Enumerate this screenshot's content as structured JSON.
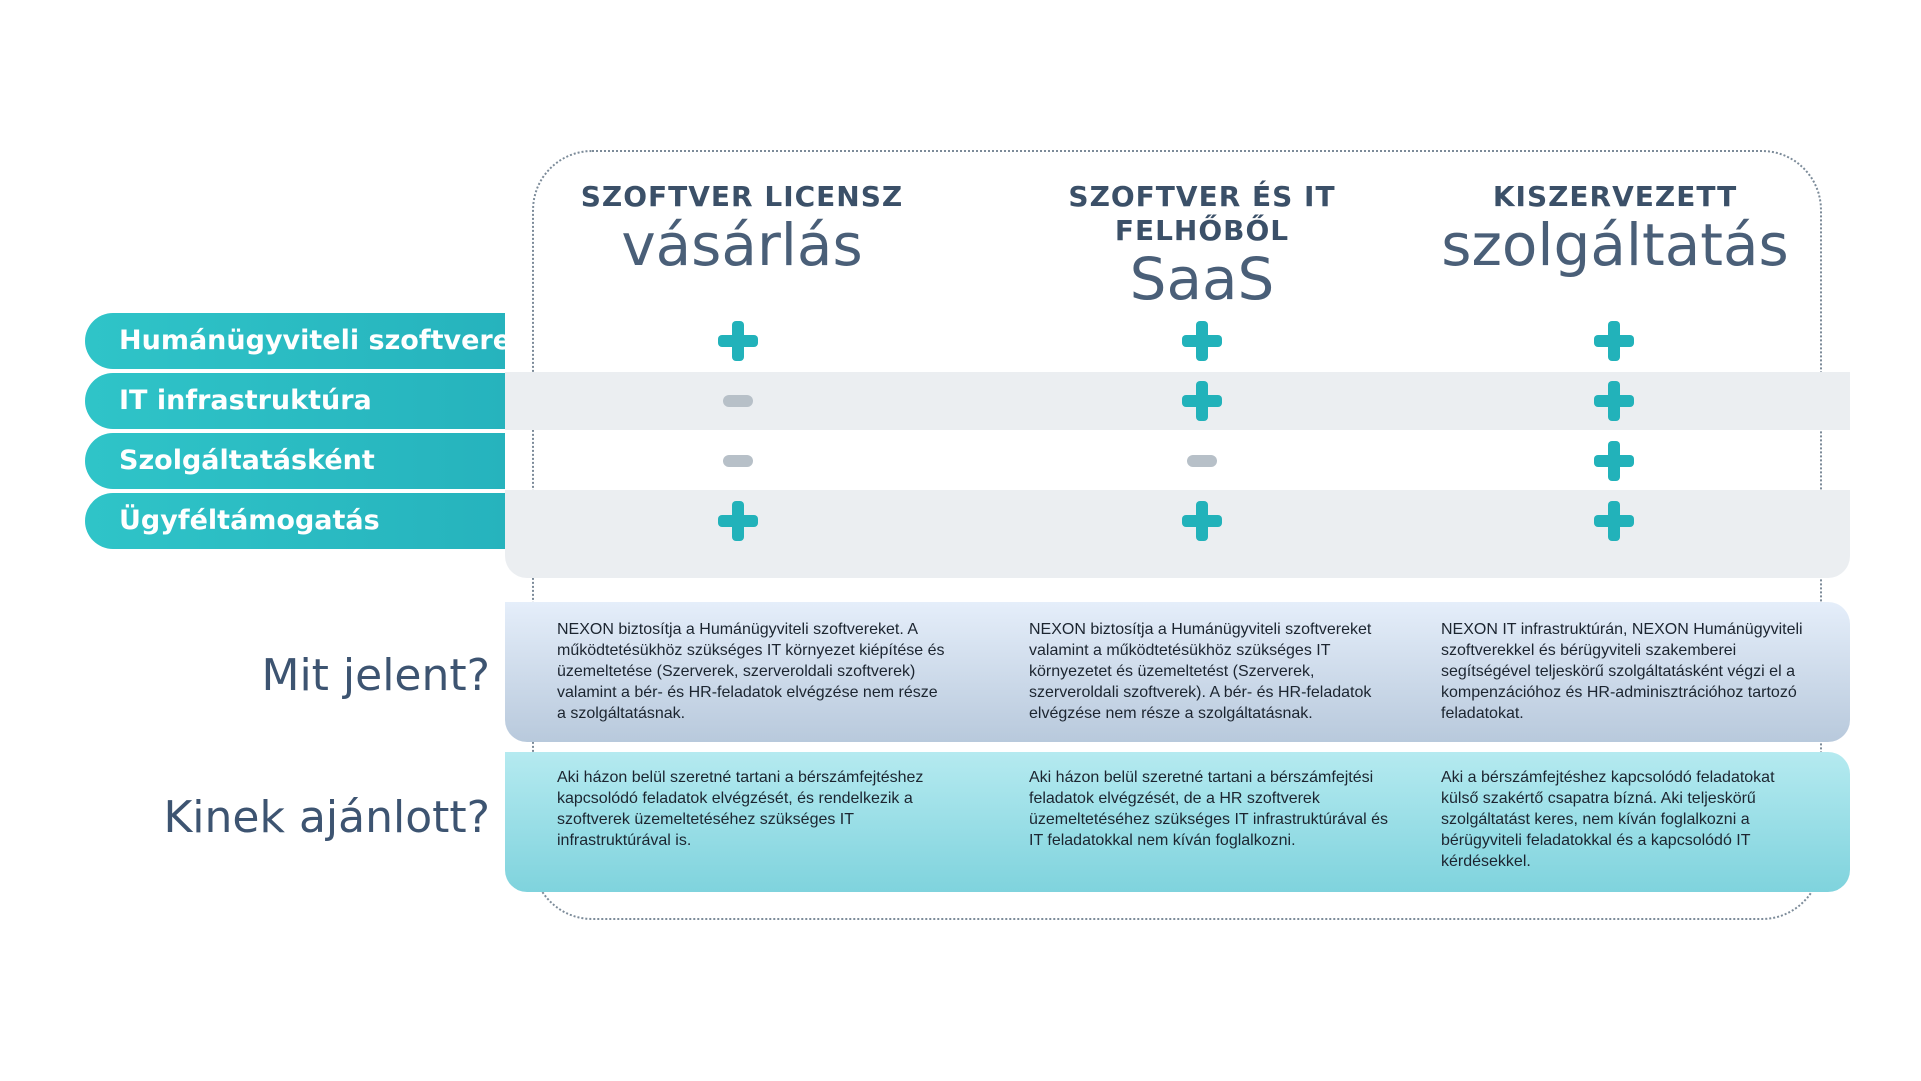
{
  "columns": [
    {
      "top": "SZOFTVER LICENSZ",
      "big": "vásárlás"
    },
    {
      "top": "SZOFTVER ÉS IT FELHŐBŐL",
      "big": "SaaS"
    },
    {
      "top": "KISZERVEZETT",
      "big": "szolgáltatás"
    }
  ],
  "rows": [
    {
      "label": "Humánügyviteli szoftverek",
      "values": [
        "plus",
        "plus",
        "plus"
      ]
    },
    {
      "label": "IT infrastruktúra",
      "values": [
        "minus",
        "plus",
        "plus"
      ]
    },
    {
      "label": "Szolgáltatásként",
      "values": [
        "minus",
        "minus",
        "plus"
      ]
    },
    {
      "label": "Ügyféltámogatás",
      "values": [
        "plus",
        "plus",
        "plus"
      ]
    }
  ],
  "questions": {
    "meaning": "Mit jelent?",
    "recommended": "Kinek ajánlott?"
  },
  "meaning_texts": [
    "NEXON biztosítja a Humánügyviteli szoftvereket. A működtetésükhöz szükséges IT környezet kiépítése és üzemeltetése (Szerverek, szerveroldali szoftverek) valamint a bér- és HR-feladatok elvégzése nem része a szolgáltatásnak.",
    "NEXON biztosítja a Humánügyviteli szoftvereket valamint a működtetésükhöz szükséges IT környezetet és üzemeltetést (Szerverek, szerveroldali szoftverek). A bér- és HR-feladatok elvégzése nem része a szolgáltatásnak.",
    "NEXON IT infrastruktúrán, NEXON Humánügyviteli szoftverekkel és bérügyviteli szakemberei segítségével teljeskörű szolgáltatásként végzi el a kompenzációhoz és HR-adminisztrációhoz tartozó feladatokat."
  ],
  "recommended_texts": [
    "Aki házon belül szeretné tartani a bérszámfejtéshez kapcsolódó feladatok elvégzését, és rendelkezik a szoftverek üzemeltetéséhez szükséges IT infrastruktúrával is.",
    "Aki házon belül szeretné tartani a bérszámfejtési feladatok elvégzését, de a HR szoftverek üzemeltetéséhez szükséges IT infrastruktúrával és IT feladatokkal nem kíván foglalkozni.",
    "Aki a bérszámfejtéshez kapcsolódó feladatokat külső szakértő csapatra bízná. Aki teljeskörű szolgáltatást keres, nem kíván foglalkozni a bérügyviteli feladatokkal és a kapcsolódó IT kérdésekkel."
  ],
  "colors": {
    "teal": "#2bbfc4",
    "plus": "#22b2ba",
    "minus": "#b7c0c8",
    "heading": "#3b5068"
  },
  "icons": {
    "plus": "plus-icon",
    "minus": "minus-icon"
  }
}
